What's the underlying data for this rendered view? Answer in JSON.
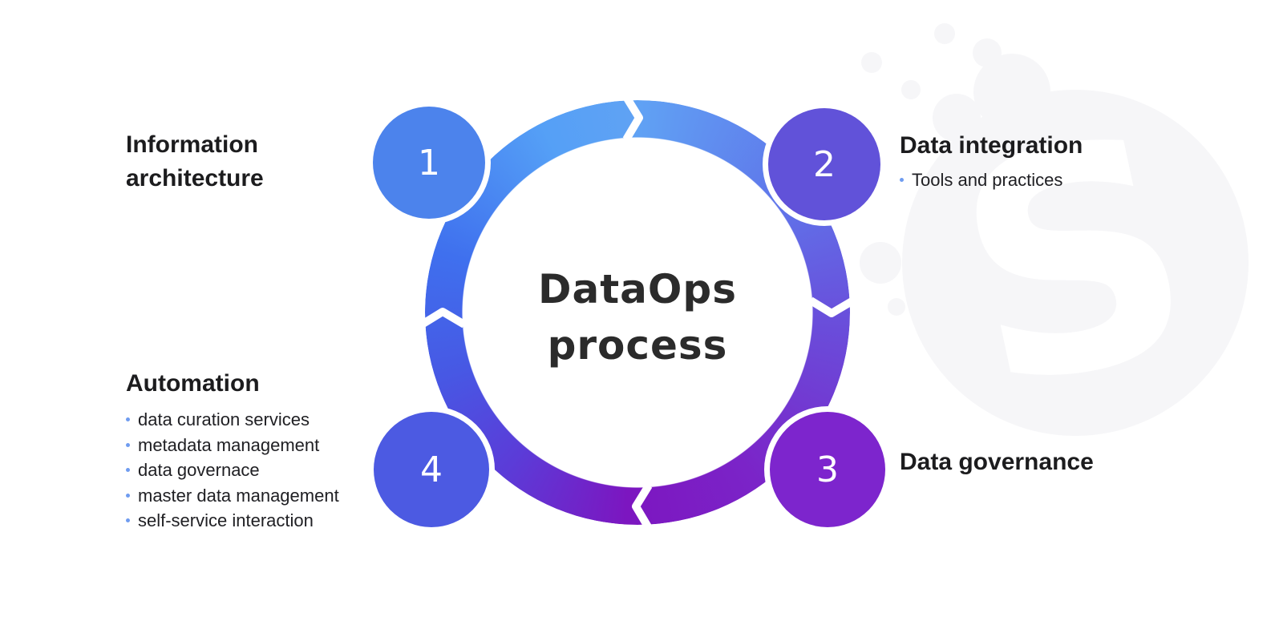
{
  "diagram": {
    "title": {
      "line1": "DataOps",
      "line2": "process"
    }
  },
  "steps": [
    {
      "number": "1",
      "label": "Information architecture",
      "color": "#4c83ec",
      "bullets": []
    },
    {
      "number": "2",
      "label": "Data integration",
      "color": "#6152d9",
      "bullets": [
        "Tools and practices"
      ]
    },
    {
      "number": "3",
      "label": "Data governance",
      "color": "#7d25cd",
      "bullets": []
    },
    {
      "number": "4",
      "label": "Automation",
      "color": "#4c5ae2",
      "bullets": [
        "data curation services",
        "metadata management",
        "data governace",
        "master data management",
        "self-service interaction"
      ]
    }
  ],
  "watermark": {
    "letter": "S"
  },
  "colors": {
    "ring_gradient": [
      "#60a2f4",
      "#5f75ea",
      "#6a4cda",
      "#7b24c8",
      "#7c16c0",
      "#5b3cd8",
      "#4758e4",
      "#3f70ee",
      "#55a0f6"
    ],
    "bullet_dot": "#6f9cf0",
    "heading_text": "#1c1c1e",
    "title_text": "#2b2b2b",
    "watermark_fill": "#f6f6f8"
  }
}
